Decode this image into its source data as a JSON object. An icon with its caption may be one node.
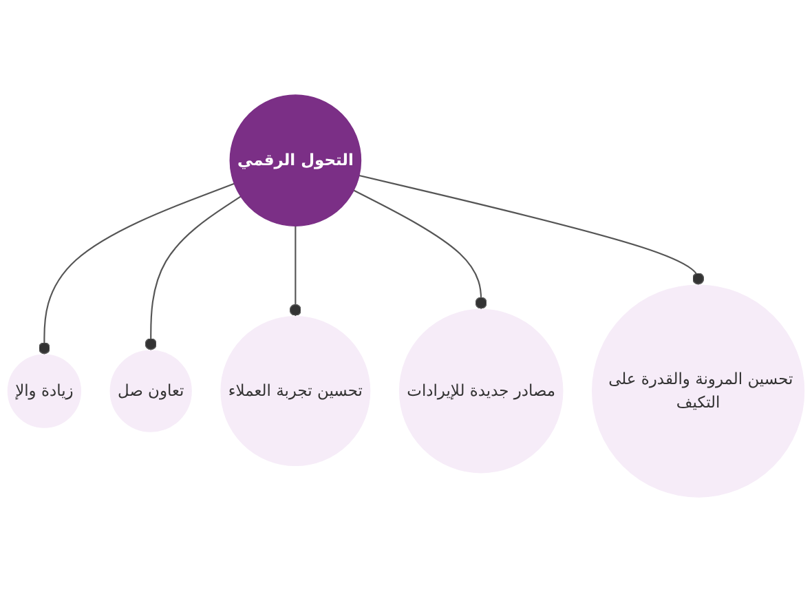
{
  "diagram": {
    "nodes": [
      {
        "text": [
          "التحول الرقمي"
        ]
      },
      {
        "text": [
          "زيادة والإ"
        ]
      },
      {
        "text": [
          "تعاون صل"
        ]
      },
      {
        "text": [
          "تحسين تجربة العملاء"
        ]
      },
      {
        "text": [
          "مصادر جديدة للإيرادات"
        ]
      },
      {
        "text": [
          "تحسين المرونة والقدرة على التكيف"
        ]
      }
    ],
    "edges": [
      {
        "from": 0,
        "to": 1,
        "arrow": "other"
      },
      {
        "from": 0,
        "to": 2,
        "arrow": "other"
      },
      {
        "from": 0,
        "to": 3,
        "arrow": "other"
      },
      {
        "from": 0,
        "to": 4,
        "arrow": "other"
      },
      {
        "from": 0,
        "to": 5,
        "arrow": "other"
      }
    ]
  }
}
